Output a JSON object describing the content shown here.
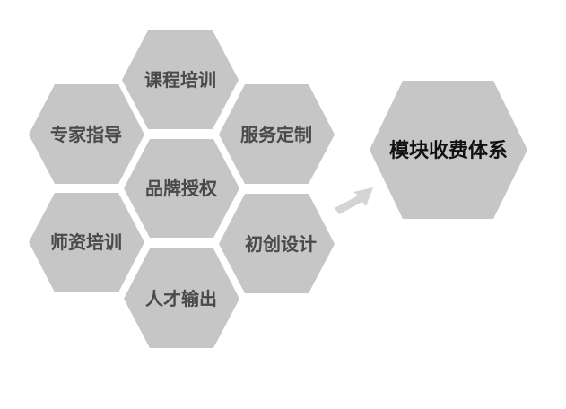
{
  "diagram": {
    "hexagons": [
      {
        "id": "course-training",
        "label": "课程培训"
      },
      {
        "id": "expert-guidance",
        "label": "专家指导"
      },
      {
        "id": "service-customization",
        "label": "服务定制"
      },
      {
        "id": "brand-licensing",
        "label": "品牌授权"
      },
      {
        "id": "teacher-training",
        "label": "师资培训"
      },
      {
        "id": "startup-design",
        "label": "初创设计"
      },
      {
        "id": "talent-output",
        "label": "人才输出"
      }
    ],
    "result": {
      "label": "模块收费体系"
    },
    "colors": {
      "hex_fill": "#c6c6c6",
      "arrow_fill": "#d4d4d4",
      "label_text": "#4a4a4a",
      "result_text": "#111111"
    }
  }
}
